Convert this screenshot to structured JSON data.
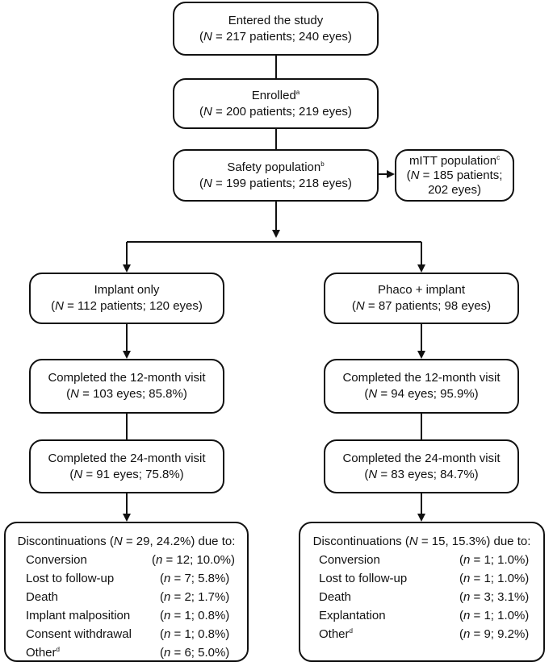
{
  "flow": {
    "entered": {
      "title": "Entered the study",
      "pre": "(",
      "n": "N",
      "stat": " = 217 patients; 240 eyes)"
    },
    "enrolled": {
      "title": "Enrolled",
      "sup": "a",
      "pre": "(",
      "n": "N",
      "stat": " = 200 patients; 219 eyes)"
    },
    "safety": {
      "title": "Safety population",
      "sup": "b",
      "pre": "(",
      "n": "N",
      "stat": " = 199 patients; 218 eyes)"
    },
    "mitt": {
      "title": "mITT population",
      "sup": "c",
      "pre": "(",
      "n": "N",
      "stat1": " = 185 patients;",
      "stat2": "202 eyes)"
    },
    "implant_only": {
      "title": "Implant only",
      "stat": {
        "pre": "(",
        "n": "N",
        "text": " = 112 patients; 120 eyes)"
      },
      "m12": {
        "title": "Completed the 12-month visit",
        "pre": "(",
        "n": "N",
        "text": " = 103 eyes; 85.8%)"
      },
      "m24": {
        "title": "Completed the 24-month visit",
        "pre": "(",
        "n": "N",
        "text": " = 91 eyes; 75.8%)"
      },
      "disc": {
        "head_pre": "Discontinuations (",
        "head_n": "N",
        "head_post": " = 29, 24.2%) due to:",
        "rows": [
          {
            "label": "Conversion",
            "sup": "",
            "pre": "(",
            "n": "n",
            "val": " = 12; 10.0%)"
          },
          {
            "label": "Lost to follow-up",
            "sup": "",
            "pre": "(",
            "n": "n",
            "val": " = 7; 5.8%)"
          },
          {
            "label": "Death",
            "sup": "",
            "pre": "(",
            "n": "n",
            "val": " = 2; 1.7%)"
          },
          {
            "label": "Implant malposition",
            "sup": "",
            "pre": "(",
            "n": "n",
            "val": " = 1; 0.8%)"
          },
          {
            "label": "Consent withdrawal",
            "sup": "",
            "pre": "(",
            "n": "n",
            "val": " = 1; 0.8%)"
          },
          {
            "label": "Other",
            "sup": "d",
            "pre": "(",
            "n": "n",
            "val": " = 6; 5.0%)"
          }
        ]
      }
    },
    "phaco": {
      "title": "Phaco + implant",
      "stat": {
        "pre": "(",
        "n": "N",
        "text": " = 87 patients; 98 eyes)"
      },
      "m12": {
        "title": "Completed the 12-month visit",
        "pre": "(",
        "n": "N",
        "text": " = 94 eyes; 95.9%)"
      },
      "m24": {
        "title": "Completed the 24-month visit",
        "pre": "(",
        "n": "N",
        "text": " = 83 eyes; 84.7%)"
      },
      "disc": {
        "head_pre": "Discontinuations (",
        "head_n": "N",
        "head_post": " = 15, 15.3%) due to:",
        "rows": [
          {
            "label": "Conversion",
            "sup": "",
            "pre": "(",
            "n": "n",
            "val": " = 1; 1.0%)"
          },
          {
            "label": "Lost to follow-up",
            "sup": "",
            "pre": "(",
            "n": "n",
            "val": " = 1; 1.0%)"
          },
          {
            "label": "Death",
            "sup": "",
            "pre": "(",
            "n": "n",
            "val": " = 3; 3.1%)"
          },
          {
            "label": "Explantation",
            "sup": "",
            "pre": "(",
            "n": "n",
            "val": " = 1; 1.0%)"
          },
          {
            "label": "Other",
            "sup": "d",
            "pre": "(",
            "n": "n",
            "val": " = 9; 9.2%)"
          }
        ]
      }
    }
  },
  "colors": {
    "line": "#111111",
    "background": "#ffffff"
  }
}
